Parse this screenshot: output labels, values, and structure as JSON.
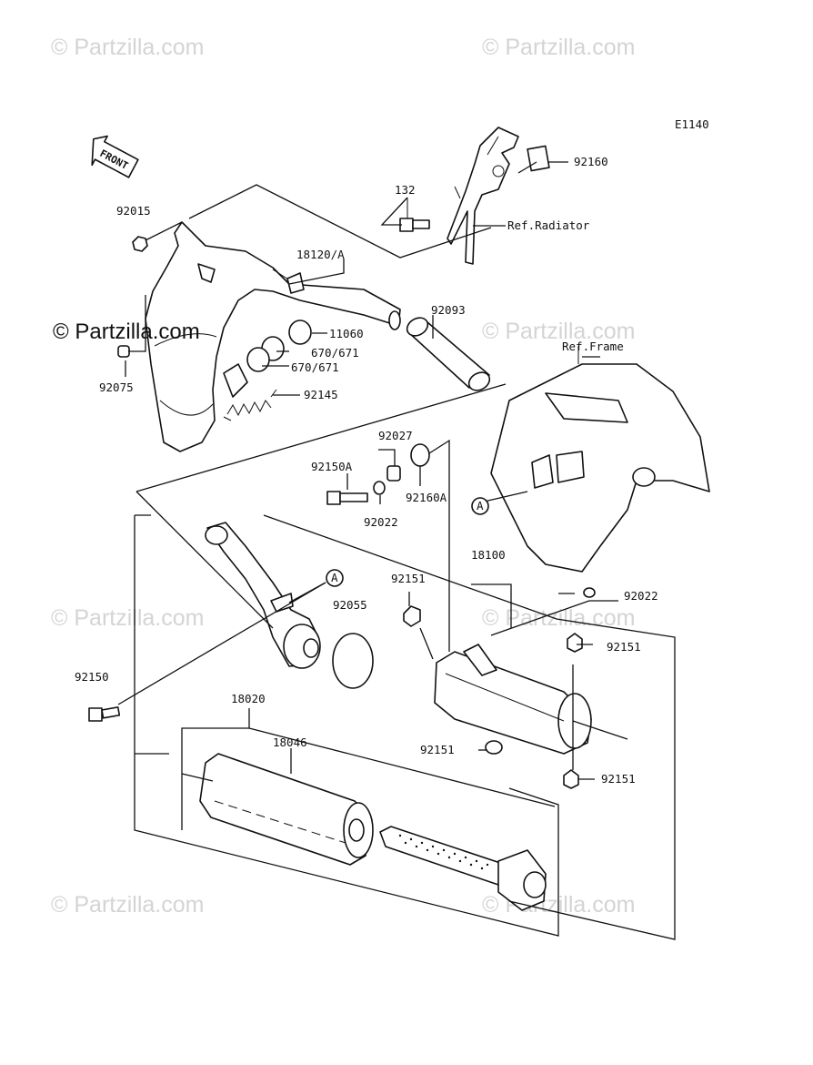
{
  "diagram_code": "E1140",
  "front_arrow_label": "FRONT",
  "watermarks": {
    "faint": [
      "© Partzilla.com",
      "© Partzilla.com",
      "© Partzilla.com",
      "© Partzilla.com",
      "© Partzilla.com",
      "© Partzilla.com",
      "© Partzilla.com"
    ],
    "dark": "© Partzilla.com"
  },
  "callouts": {
    "c92160": "92160",
    "c132": "132",
    "ref_radiator": "Ref.Radiator",
    "c92015": "92015",
    "c18120a": "18120/A",
    "c11060": "11060",
    "c670a": "670/671",
    "c670b": "670/671",
    "c92075": "92075",
    "c92145": "92145",
    "c92093": "92093",
    "ref_frame": "Ref.Frame",
    "c92027": "92027",
    "c92150a": "92150A",
    "c92022a": "92022",
    "c92160a": "92160A",
    "c18100": "18100",
    "c92151a": "92151",
    "c92022b": "92022",
    "c92055": "92055",
    "c92150": "92150",
    "c92151b": "92151",
    "c18020": "18020",
    "c18046": "18046",
    "c92151c": "92151",
    "c92151d": "92151",
    "marker_a1": "A",
    "marker_a2": "A"
  }
}
